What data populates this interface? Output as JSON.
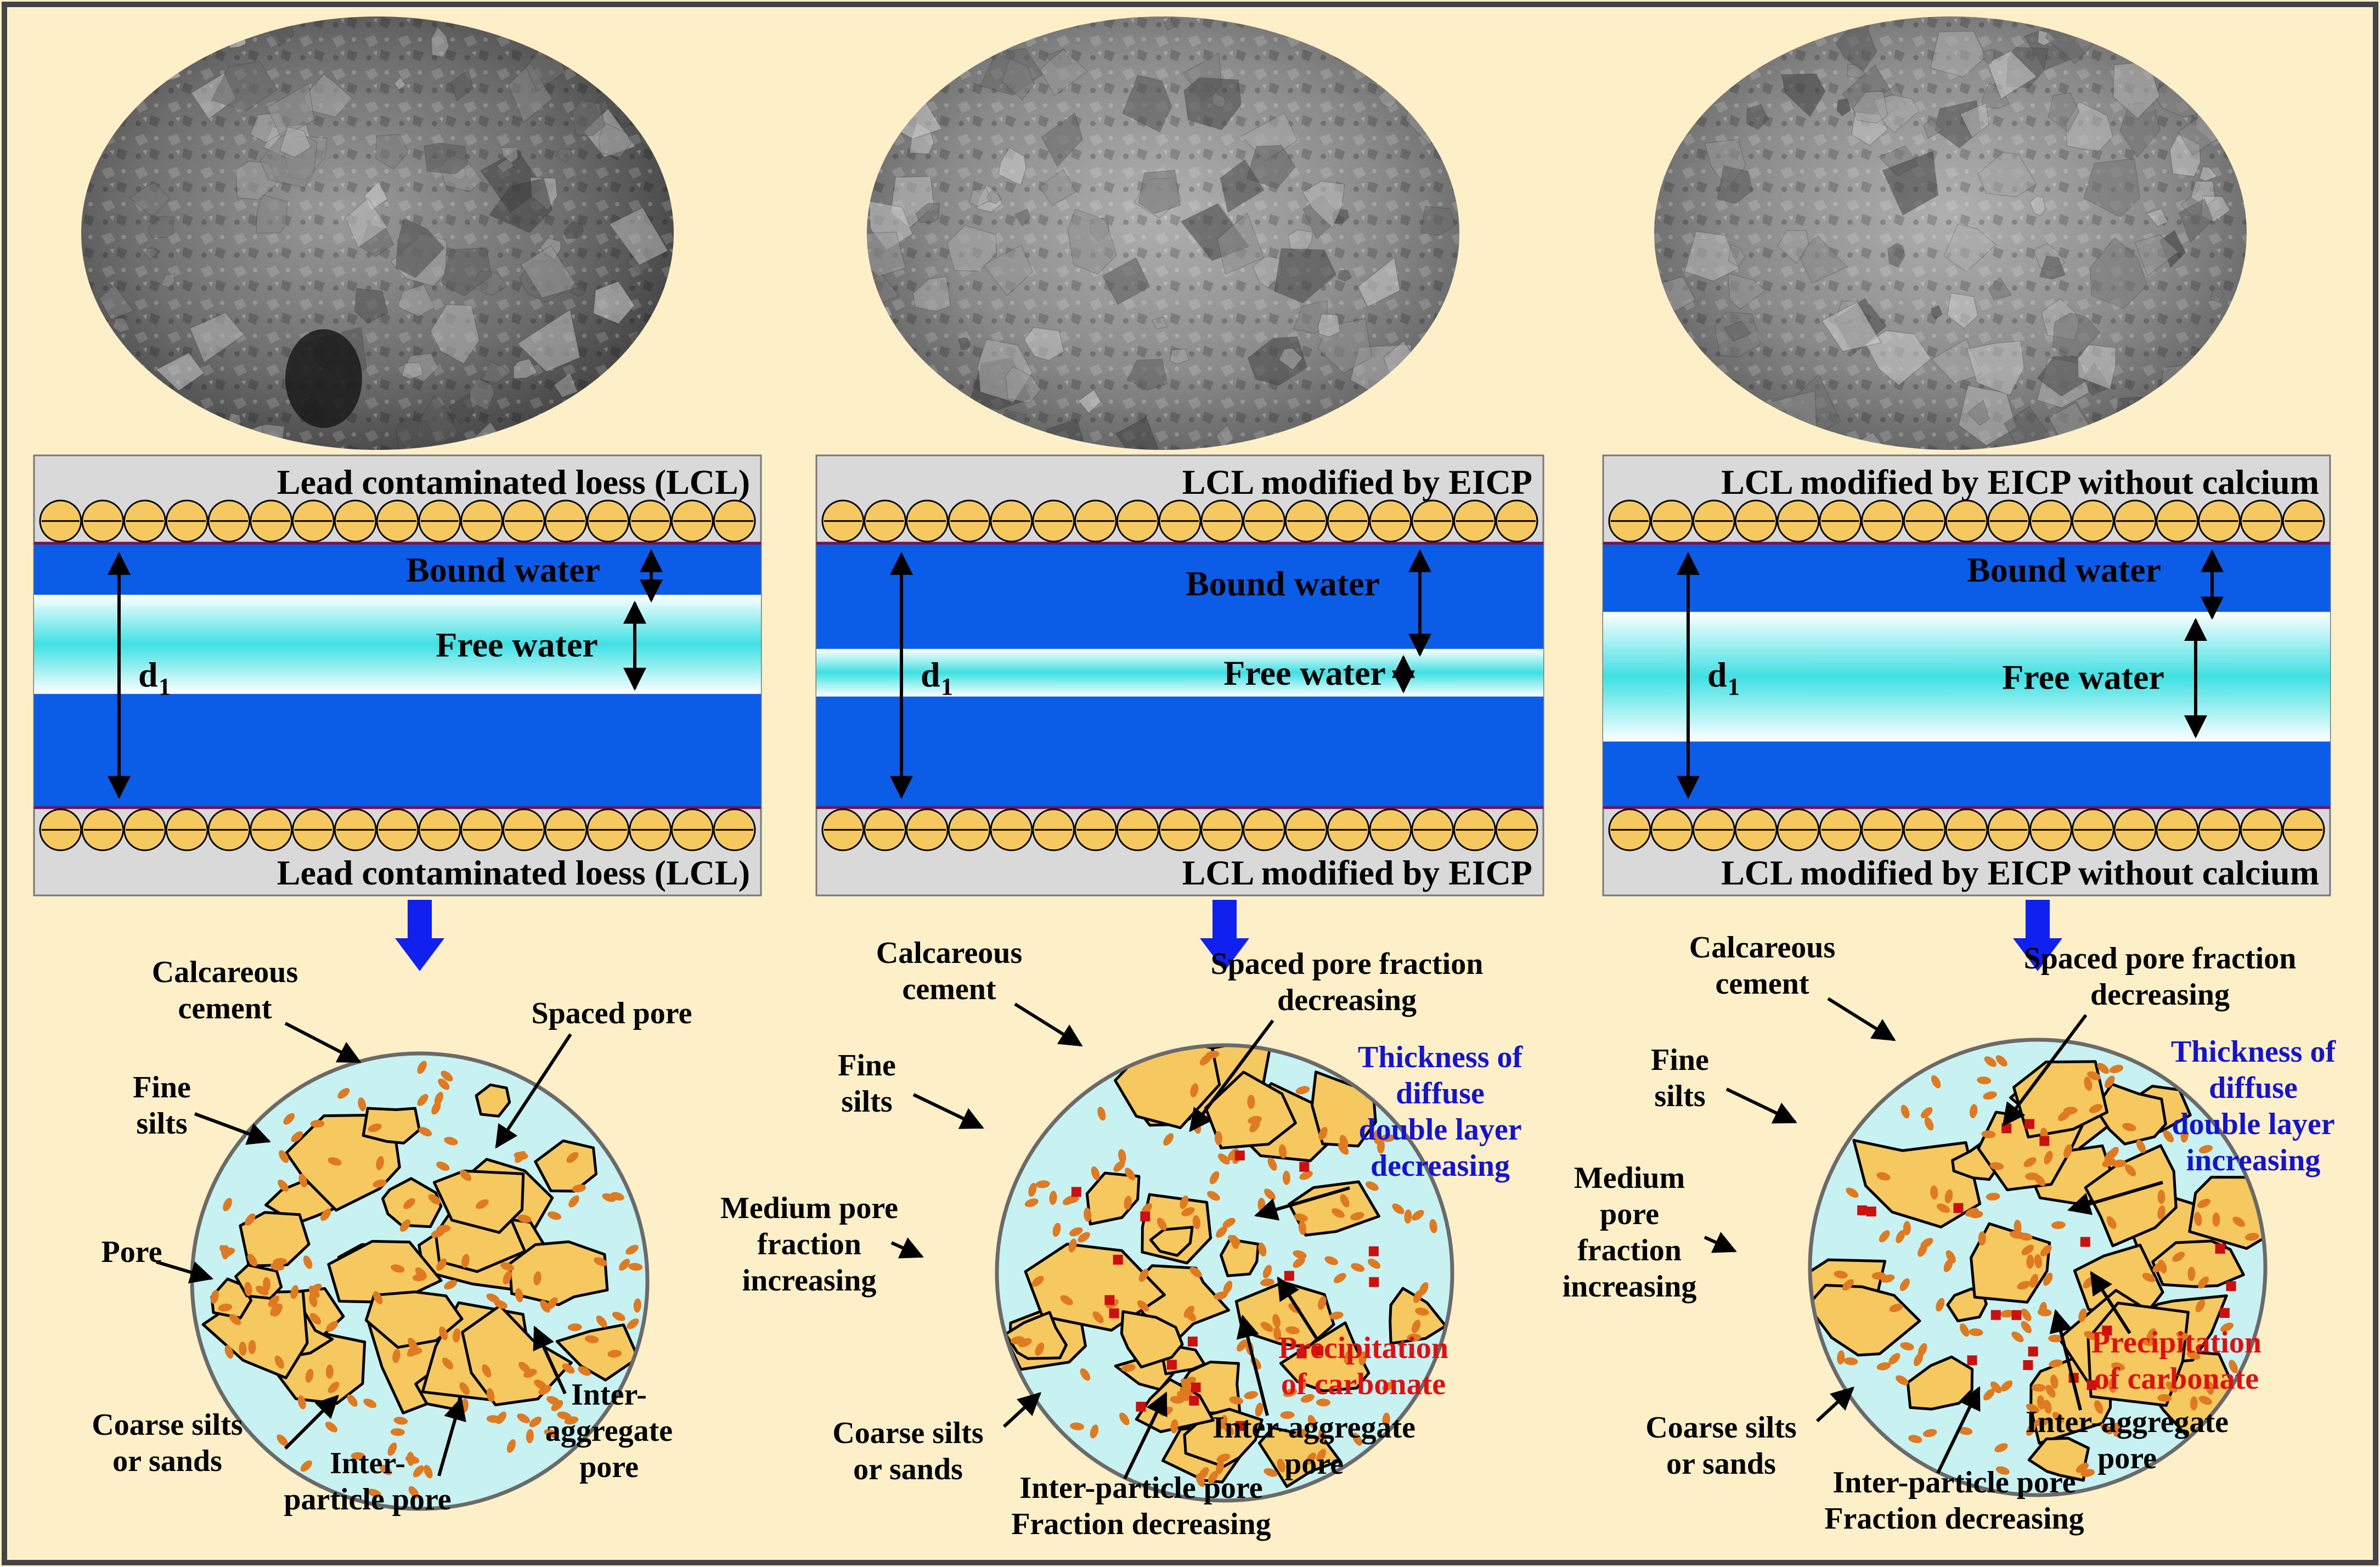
{
  "colors": {
    "background": "#fdf0c8",
    "panel_gray": "#d9d9d9",
    "bound_water": "#0b5ce6",
    "free_water": "#4fe3e6",
    "particle": "#f5c860",
    "pore_fill": "#c8f2f2",
    "carbonate": "#cc1010",
    "arrow_blue": "#1020ee",
    "label_blue": "#1414d0",
    "label_red": "#e01010",
    "orange_particle": "#e07a20"
  },
  "panels": [
    {
      "id": "lcl",
      "top_label": "Lead contaminated loess (LCL)",
      "bottom_label": "Lead contaminated loess (LCL)",
      "bound_water": "Bound water",
      "free_water": "Free water",
      "d_label": "d",
      "d_sub": "1",
      "bands": {
        "top_bound": 0.195,
        "free": 0.375,
        "bottom_bound": 0.31
      },
      "circle_labels": {
        "calcareous_cement": [
          "Calcareous",
          "cement"
        ],
        "spaced_pore": [
          "Spaced pore"
        ],
        "fine_silts": [
          "Fine",
          "silts"
        ],
        "pore": [
          "Pore"
        ],
        "coarse_silts": [
          "Coarse silts",
          "or sands"
        ],
        "inter_particle": [
          "Inter-",
          "particle pore"
        ],
        "inter_aggregate": [
          "Inter-",
          "aggregate",
          "pore"
        ]
      }
    },
    {
      "id": "eicp",
      "top_label": "LCL modified by EICP",
      "bottom_label": "LCL modified by EICP",
      "bound_water": "Bound water",
      "free_water": "Free water",
      "d_label": "d",
      "d_sub": "1",
      "bands": {
        "top_bound": 0.4,
        "free": 0.18,
        "bottom_bound": 0.42
      },
      "circle_labels": {
        "calcareous_cement": [
          "Calcareous",
          "cement"
        ],
        "spaced_pore": [
          "Spaced pore fraction",
          "decreasing"
        ],
        "fine_silts": [
          "Fine",
          "silts"
        ],
        "medium_pore": [
          "Medium pore",
          "fraction",
          "increasing"
        ],
        "diffuse_layer": [
          "Thickness of",
          "diffuse",
          "double layer",
          "decreasing"
        ],
        "precipitation": [
          "Precipitation",
          "of carbonate"
        ],
        "coarse_silts": [
          "Coarse silts",
          "or sands"
        ],
        "inter_particle": [
          "Inter-particle pore",
          "Fraction decreasing"
        ],
        "inter_aggregate": [
          "Inter-aggregate",
          "pore"
        ]
      }
    },
    {
      "id": "eicp_no_ca",
      "top_label": "LCL modified by EICP without calcium",
      "bottom_label": "LCL modified by EICP without calcium",
      "bound_water": "Bound water",
      "free_water": "Free water",
      "d_label": "d",
      "d_sub": "1",
      "bands": {
        "top_bound": 0.26,
        "free": 0.49,
        "bottom_bound": 0.25
      },
      "circle_labels": {
        "calcareous_cement": [
          "Calcareous",
          "cement"
        ],
        "spaced_pore": [
          "Spaced pore fraction",
          "decreasing"
        ],
        "fine_silts": [
          "Fine",
          "silts"
        ],
        "medium_pore": [
          "Medium",
          "pore",
          "fraction",
          "increasing"
        ],
        "diffuse_layer": [
          "Thickness of",
          "diffuse",
          "double layer",
          "increasing"
        ],
        "precipitation": [
          "Precipitation",
          "of carbonate"
        ],
        "coarse_silts": [
          "Coarse silts",
          "or sands"
        ],
        "inter_particle": [
          "Inter-particle pore",
          "Fraction decreasing"
        ],
        "inter_aggregate": [
          "Inter-aggregate",
          "pore"
        ]
      }
    }
  ]
}
